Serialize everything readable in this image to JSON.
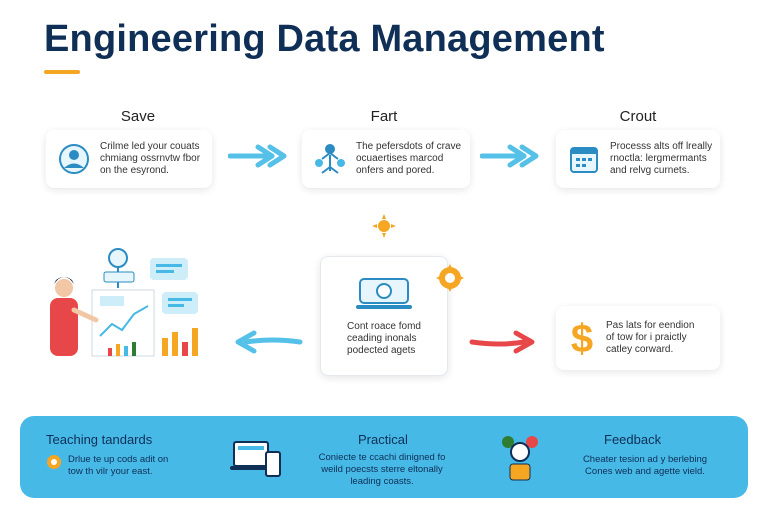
{
  "header": {
    "title": "Engineering Data Management"
  },
  "steps": [
    {
      "title": "Save",
      "text": [
        "Crilme led your couats",
        "chmiang ossrnvtw fbor",
        "on the esyrond."
      ]
    },
    {
      "title": "Fart",
      "text": [
        "The pefersdots of crave",
        "ocuaertises marcod",
        "onfers and pored."
      ]
    },
    {
      "title": "Crout",
      "text": [
        "Processs alts off lreally",
        "rnoctla: lergmermants",
        "and relvg curnets."
      ]
    }
  ],
  "center_card": {
    "text": [
      "Cont roace fomd",
      "ceading inonals",
      "podected agets"
    ]
  },
  "right_card": {
    "text": [
      "Pas lats for eendion",
      "of tow for i praictly",
      "catley corward."
    ]
  },
  "bottom": {
    "items": [
      {
        "title": "Teaching tandards",
        "text": [
          "Drlue te up cods adit on",
          "tow th vilr your east."
        ]
      },
      {
        "title": "Practical",
        "text": [
          "Coniecte te ccachi dinigned fo",
          "weild poecsts sterre eltonally",
          "leading coasts."
        ]
      },
      {
        "title": "Feedback",
        "text": [
          "Cheater tesion ad y berlebing",
          "Cones web and agette vield."
        ]
      }
    ]
  },
  "colors": {
    "navy": "#0f2f57",
    "accent": "#f5a623",
    "cyan": "#47b9e6",
    "arrow_blue": "#55c0e8",
    "arrow_red": "#e8474a"
  }
}
